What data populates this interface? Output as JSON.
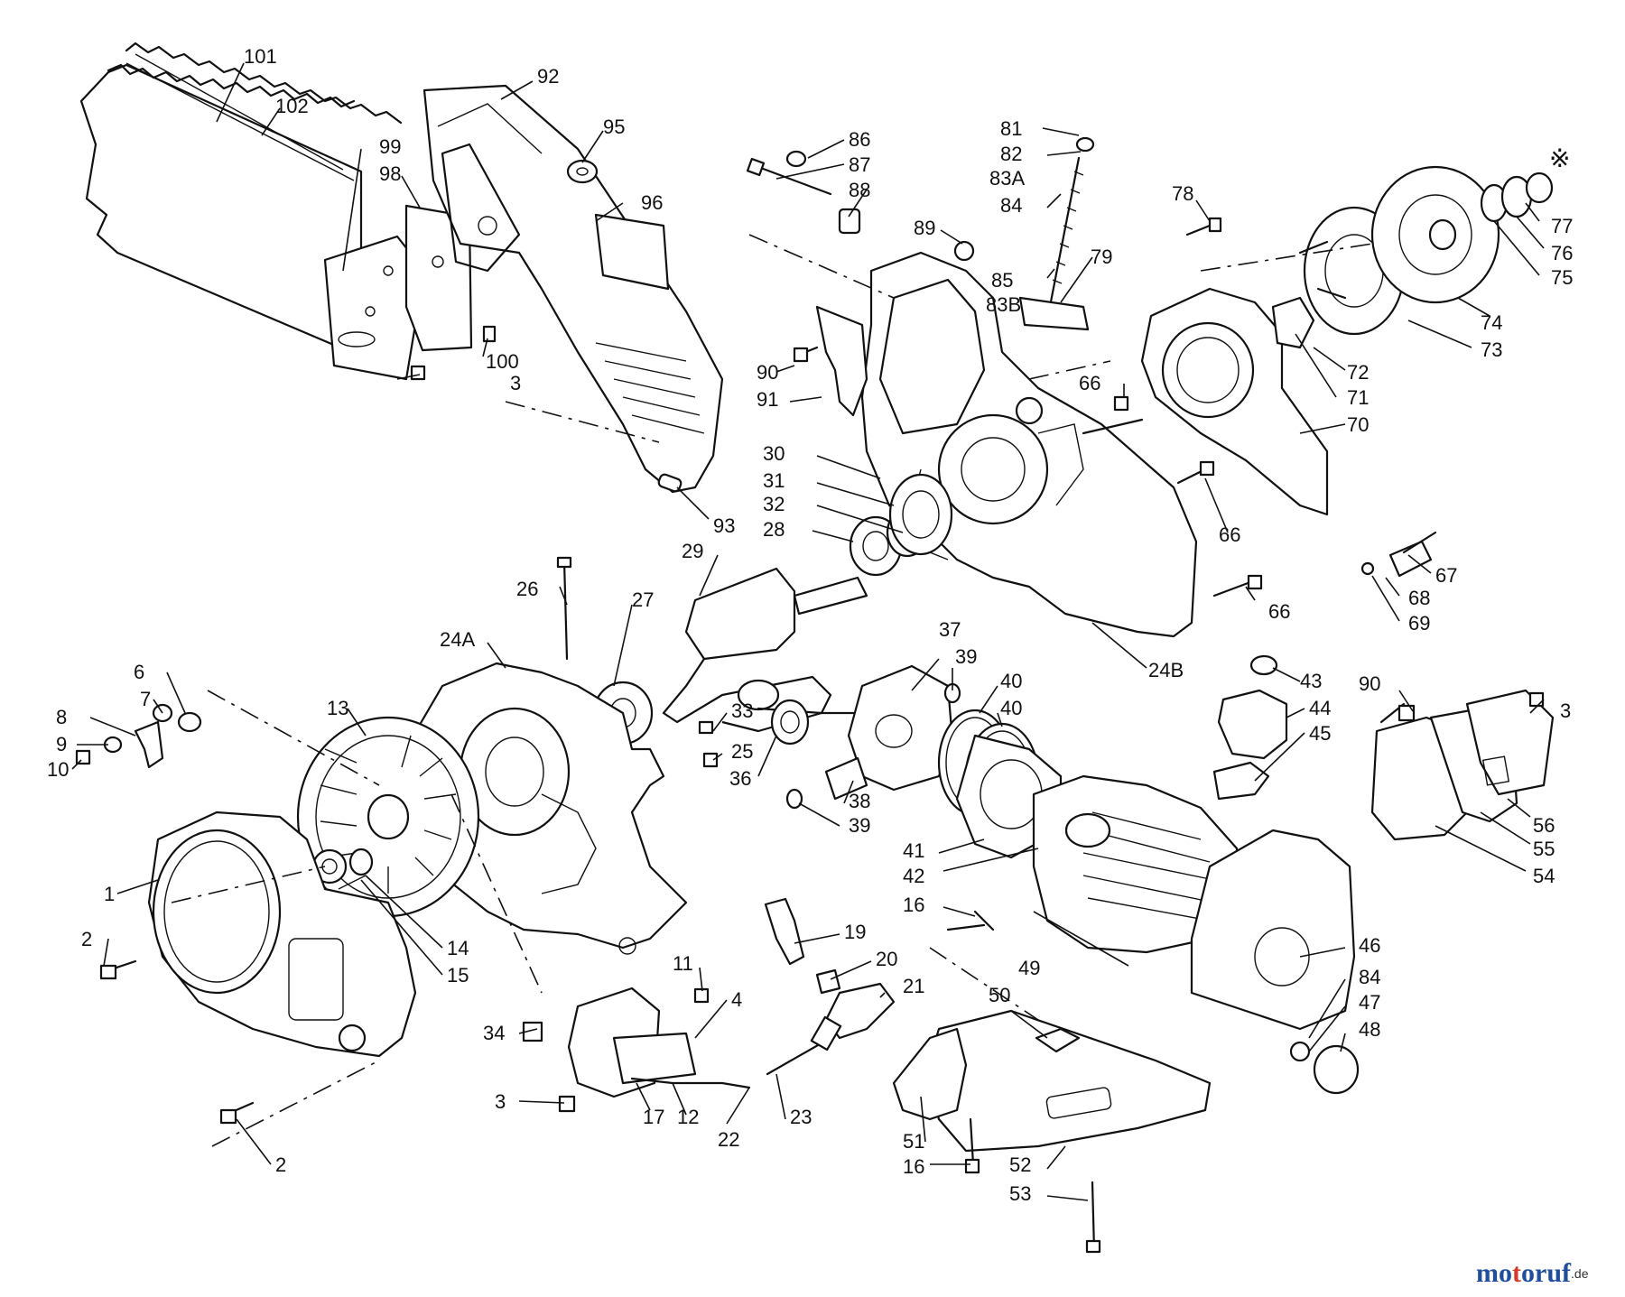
{
  "note_symbol": "※",
  "watermark": {
    "brand": "motoruf",
    "suffix": ".de",
    "colors": {
      "m": "#1f4f9c",
      "o1": "#1f4f9c",
      "t": "#d43a2a",
      "o2": "#1f4f9c",
      "r": "#1f4f9c",
      "u": "#1f4f9c",
      "f": "#1f4f9c"
    }
  },
  "labels": [
    "101",
    "102",
    "92",
    "95",
    "99",
    "98",
    "96",
    "100",
    "3",
    "93",
    "86",
    "87",
    "88",
    "89",
    "90",
    "91",
    "81",
    "82",
    "83A",
    "84",
    "85",
    "83B",
    "79",
    "78",
    "66",
    "30",
    "31",
    "32",
    "28",
    "29",
    "26",
    "27",
    "24A",
    "24B",
    "67",
    "68",
    "69",
    "66",
    "66",
    "77",
    "76",
    "75",
    "74",
    "73",
    "72",
    "71",
    "70",
    "6",
    "7",
    "8",
    "9",
    "10",
    "13",
    "33",
    "25",
    "36",
    "37",
    "39",
    "40",
    "40",
    "38",
    "39",
    "41",
    "42",
    "16",
    "43",
    "44",
    "45",
    "90",
    "3",
    "56",
    "55",
    "54",
    "1",
    "2",
    "14",
    "15",
    "11",
    "4",
    "34",
    "3",
    "17",
    "12",
    "22",
    "23",
    "19",
    "20",
    "21",
    "49",
    "50",
    "46",
    "84",
    "47",
    "48",
    "51",
    "16",
    "52",
    "53",
    "2"
  ]
}
